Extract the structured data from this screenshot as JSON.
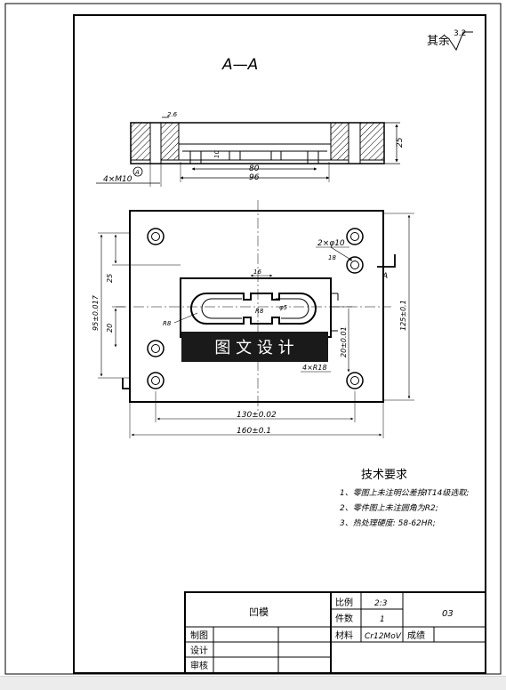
{
  "section_label": "A—A",
  "surface_finish": {
    "label": "其余",
    "value": "3.2"
  },
  "section_view": {
    "dim_thread": "4×M10",
    "dim_height": "25",
    "dim_inner": "80",
    "dim_outer": "96",
    "dim_small_top": "2.6",
    "dim_small_mid": "10",
    "datum_marker": "A"
  },
  "plan_view": {
    "dim_holes": "2×φ10",
    "dim_hole_small": "18",
    "cut_label": "A",
    "dim_left_total": "95±0.017",
    "dim_left_top": "25",
    "dim_left_bottom": "20",
    "dim_right_total": "125±0.1",
    "dim_right_small": "20±0.01",
    "dim_corner": "4×R18",
    "dim_slot_width": "16",
    "dim_slot_r": "R8",
    "dim_slot_phi": "φ5",
    "dim_r_left": "R8",
    "dim_bottom_inner": "130±0.02",
    "dim_bottom_outer": "160±0.1",
    "watermark": "图 文 设 计"
  },
  "tech_requirements": {
    "title": "技术要求",
    "items": [
      "1、零图上未注明公差按IT14级选取;",
      "2、零件图上未注圆角为R2;",
      "3、热处理硬度: 58-62HR;"
    ]
  },
  "title_block": {
    "part_name": "凹模",
    "scale_label": "比例",
    "scale_value": "2:3",
    "qty_label": "件数",
    "qty_value": "1",
    "material_label": "材料",
    "material_value": "Cr12MoV",
    "drawing_no": "03",
    "draw_label": "制图",
    "design_label": "设计",
    "review_label": "审核",
    "score_label": "成绩"
  }
}
